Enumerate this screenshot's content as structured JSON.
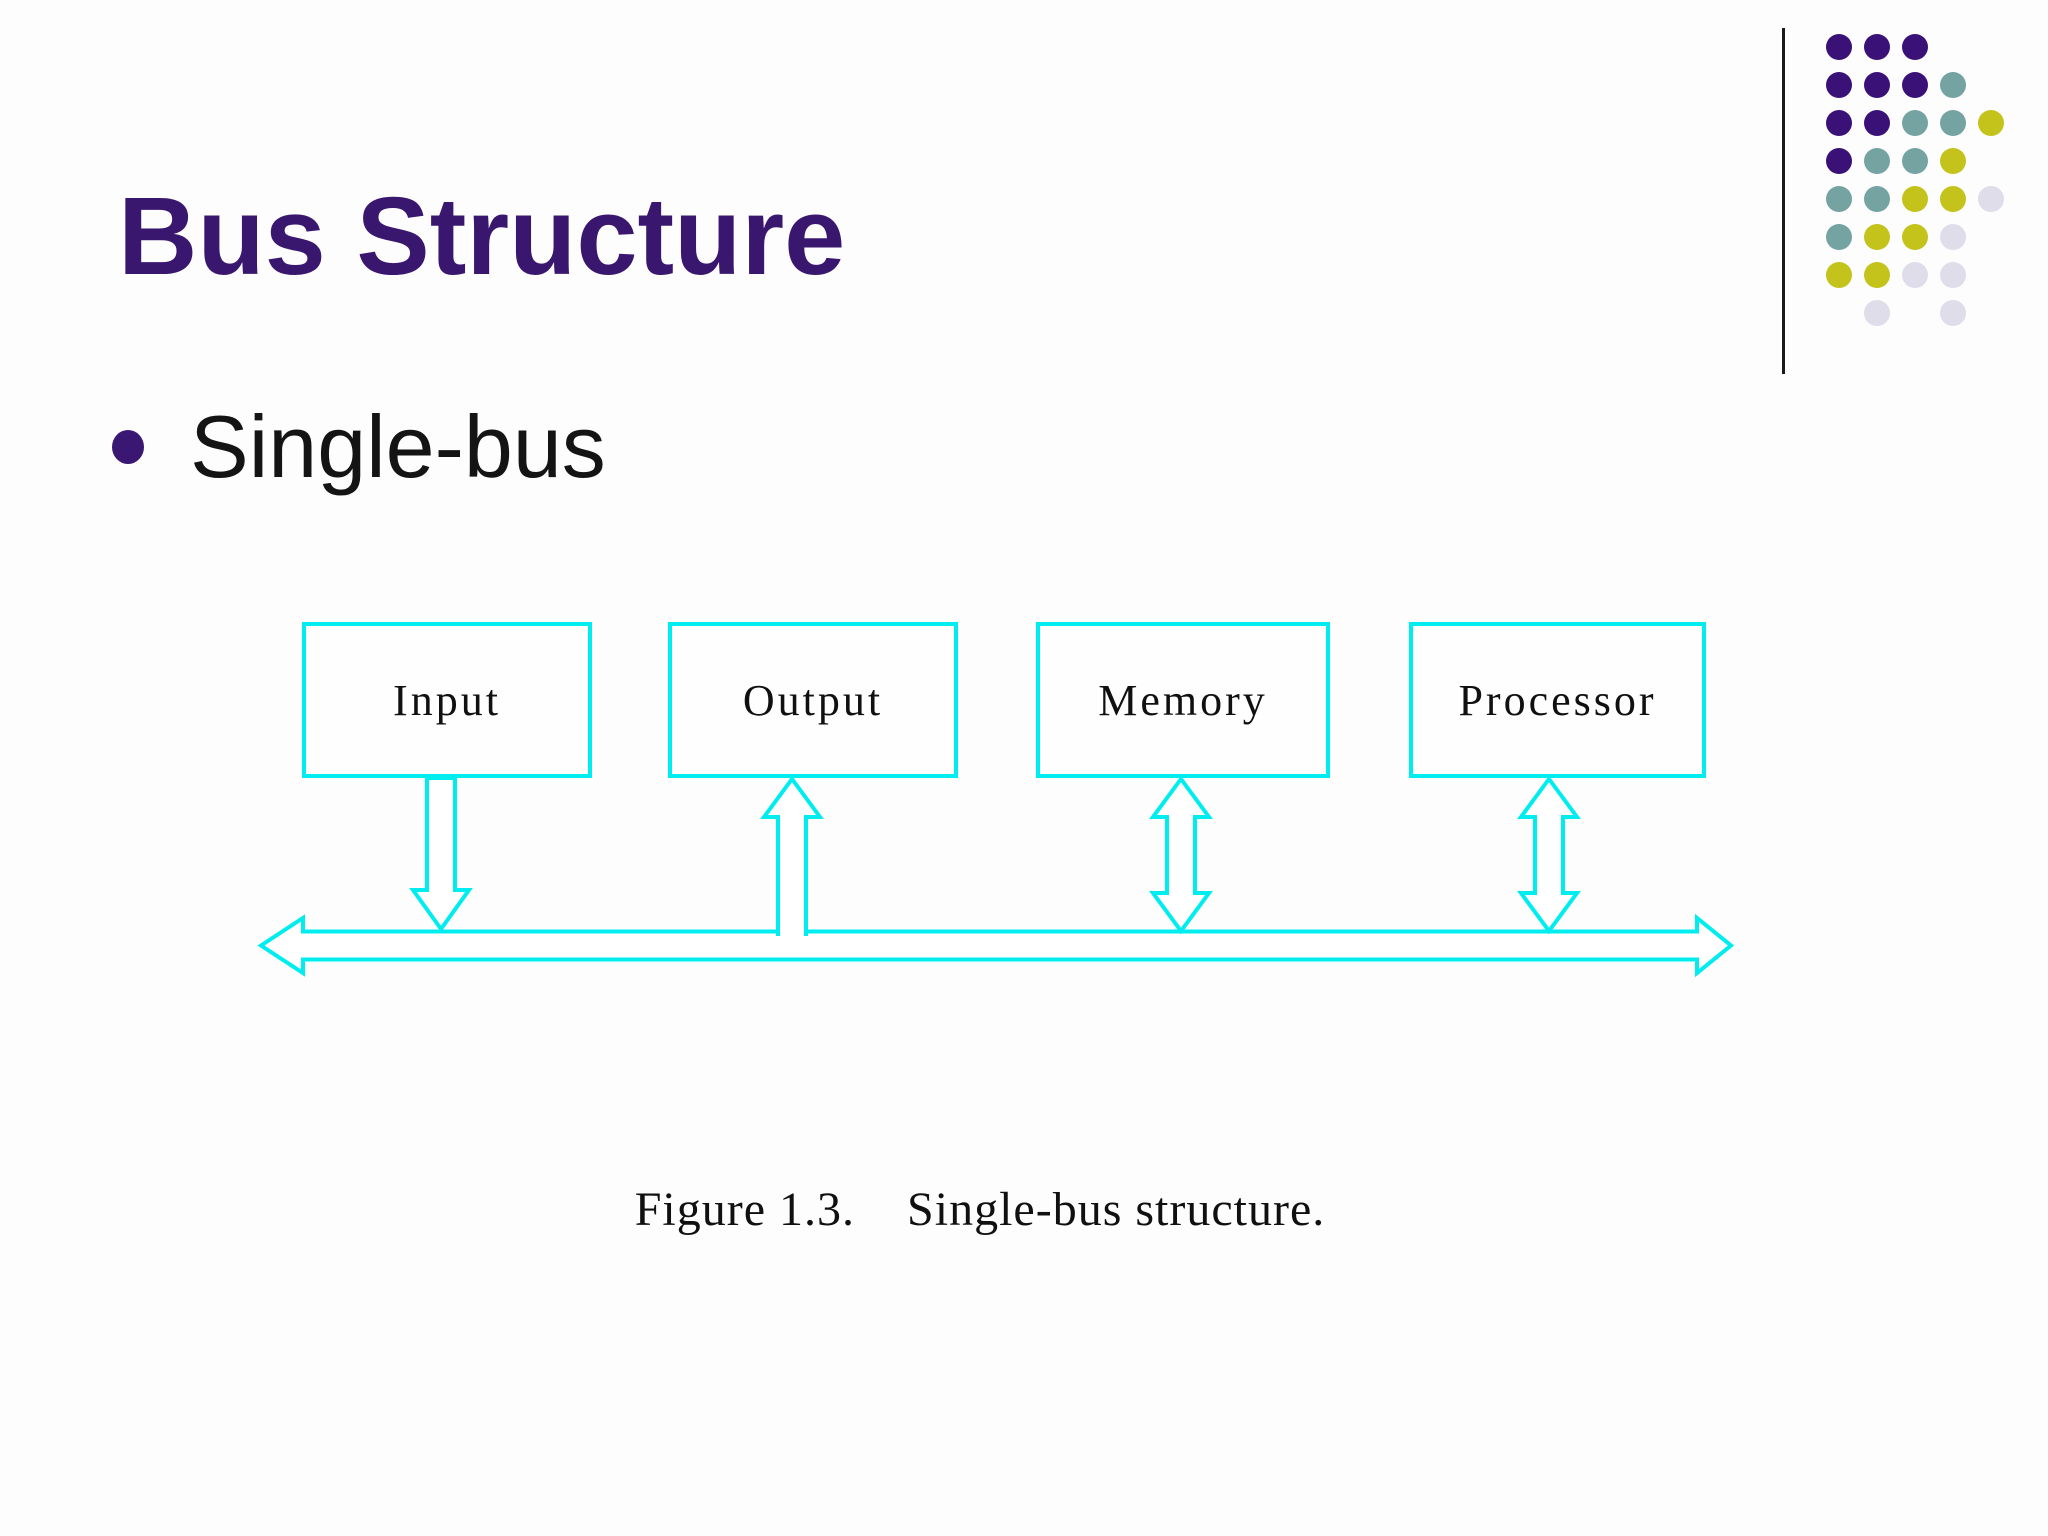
{
  "slide": {
    "title": "Bus Structure",
    "bullet": "Single-bus",
    "caption": {
      "label": "Figure 1.3.",
      "text": "Single-bus structure."
    }
  },
  "diagram": {
    "type": "block-diagram",
    "boxes": [
      {
        "id": "input",
        "label": "Input"
      },
      {
        "id": "output",
        "label": "Output"
      },
      {
        "id": "memory",
        "label": "Memory"
      },
      {
        "id": "processor",
        "label": "Processor"
      }
    ],
    "bus": {
      "id": "bus",
      "shape": "double-headed-horizontal-arrow"
    },
    "connections": [
      {
        "from": "input",
        "to": "bus",
        "direction": "down"
      },
      {
        "from": "bus",
        "to": "output",
        "direction": "up"
      },
      {
        "from": "memory",
        "to": "bus",
        "direction": "both"
      },
      {
        "from": "processor",
        "to": "bus",
        "direction": "both"
      }
    ]
  },
  "colors": {
    "background": "#fdfdfd",
    "title": "#3a176e",
    "bullet_dot": "#3a1772",
    "body_text": "#141414",
    "diagram_outline_cyan": "#00edf0",
    "decoration_purple": "#3a1277",
    "decoration_teal": "#74a3a1",
    "decoration_yellow": "#c3c31c",
    "decoration_lavender": "#dedde9",
    "decoration_line": "#1a1a1a"
  },
  "decoration": {
    "rows": [
      "PPP..",
      "PPPT.",
      "PPTTY",
      "PTTY.",
      "TTYYL",
      "TYYL.",
      "YYLL.",
      ".L.L."
    ],
    "palette": {
      "P": "#3a1277",
      "T": "#74a3a1",
      "Y": "#c3c31c",
      "L": "#dedde9"
    },
    "pitch": 38,
    "dot_size": 26
  }
}
